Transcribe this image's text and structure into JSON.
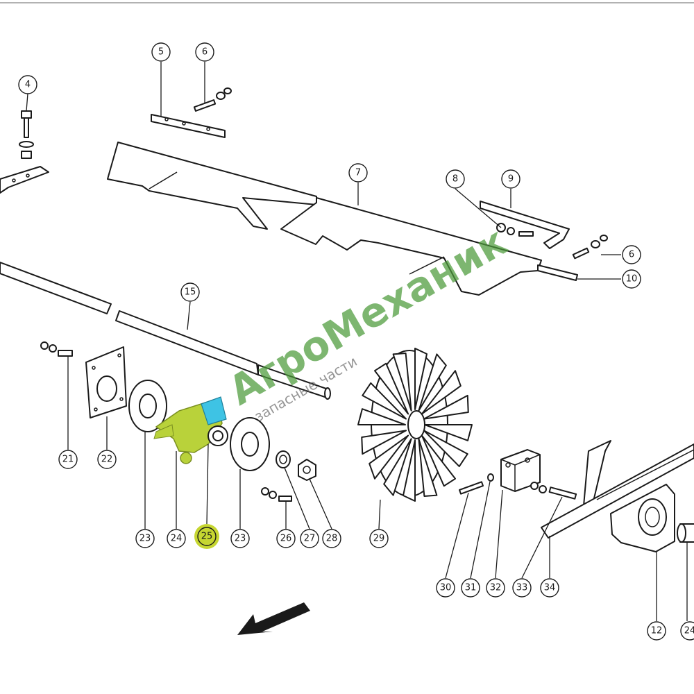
{
  "watermark": {
    "title": "АгроМеханик",
    "subtitle": "запасные части",
    "color": "#4c9a3a"
  },
  "highlight_color": "#c6d631",
  "callouts": {
    "c4": "4",
    "c5": "5",
    "c6a": "6",
    "c6b": "6",
    "c7": "7",
    "c8": "8",
    "c9": "9",
    "c10": "10",
    "c15": "15",
    "c21": "21",
    "c22": "22",
    "c23a": "23",
    "c24a": "24",
    "c25": "25",
    "c23b": "23",
    "c26": "26",
    "c27": "27",
    "c28": "28",
    "c29": "29",
    "c30": "30",
    "c31": "31",
    "c32": "32",
    "c33": "33",
    "c34": "34",
    "c12": "12",
    "c24b": "24"
  }
}
